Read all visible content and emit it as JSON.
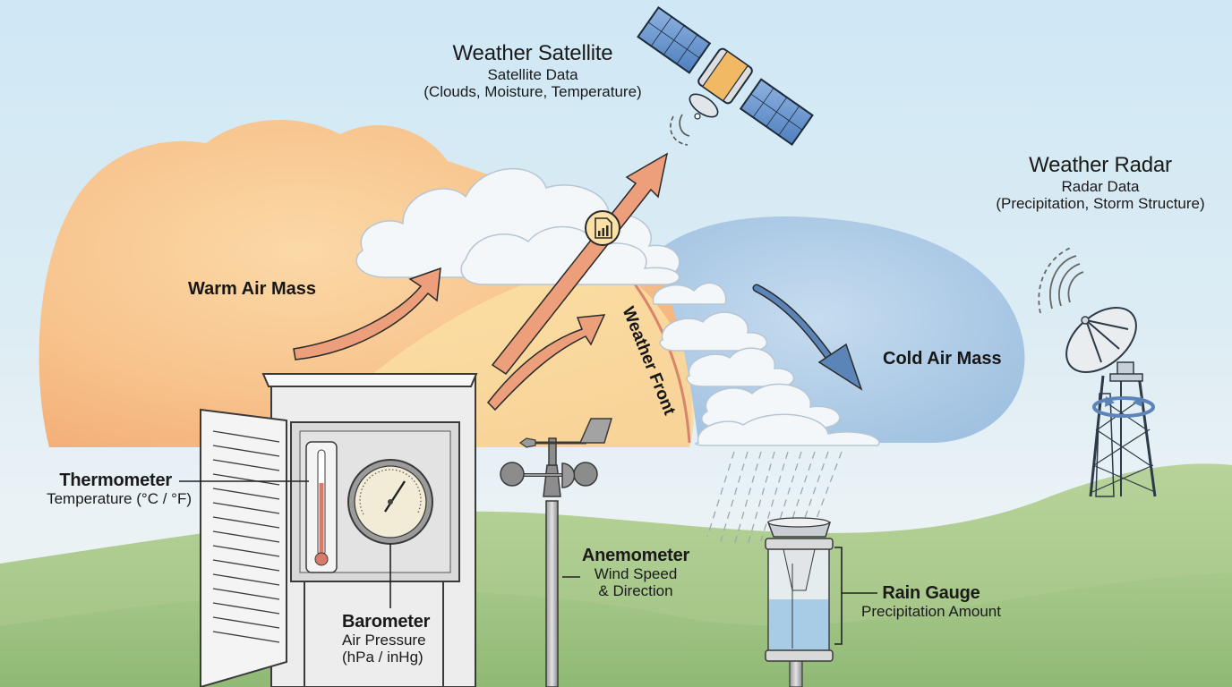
{
  "diagram": {
    "type": "weather-observation-illustration",
    "colors": {
      "sky": "#d6ecf6",
      "warm_air": "#f7c48a",
      "cold_air": "#a9c9e6",
      "ground": "#a9c98a",
      "arrow_warm": "#ec9f7a",
      "arrow_cold": "#5b85b9",
      "front_line": "#d9826c",
      "text": "#1a1a1a"
    },
    "air_masses": {
      "warm": {
        "label": "Warm Air Mass"
      },
      "cold": {
        "label": "Cold Air Mass"
      },
      "front": {
        "label": "Weather Front"
      }
    },
    "instruments": {
      "satellite": {
        "title": "Weather Satellite",
        "line1": "Satellite Data",
        "line2": "(Clouds, Moisture, Temperature)"
      },
      "radar": {
        "title": "Weather Radar",
        "line1": "Radar Data",
        "line2": "(Precipitation, Storm Structure)"
      },
      "thermometer": {
        "title": "Thermometer",
        "line1": "Temperature (°C / °F)"
      },
      "barometer": {
        "title": "Barometer",
        "line1": "Air Pressure",
        "line2": "(hPa / inHg)"
      },
      "anemometer": {
        "title": "Anemometer",
        "line1": "Wind Speed",
        "line2": "& Direction"
      },
      "rain_gauge": {
        "title": "Rain Gauge",
        "line1": "Precipitation Amount"
      }
    },
    "icons": {
      "data_report": "chart-document-icon"
    }
  }
}
